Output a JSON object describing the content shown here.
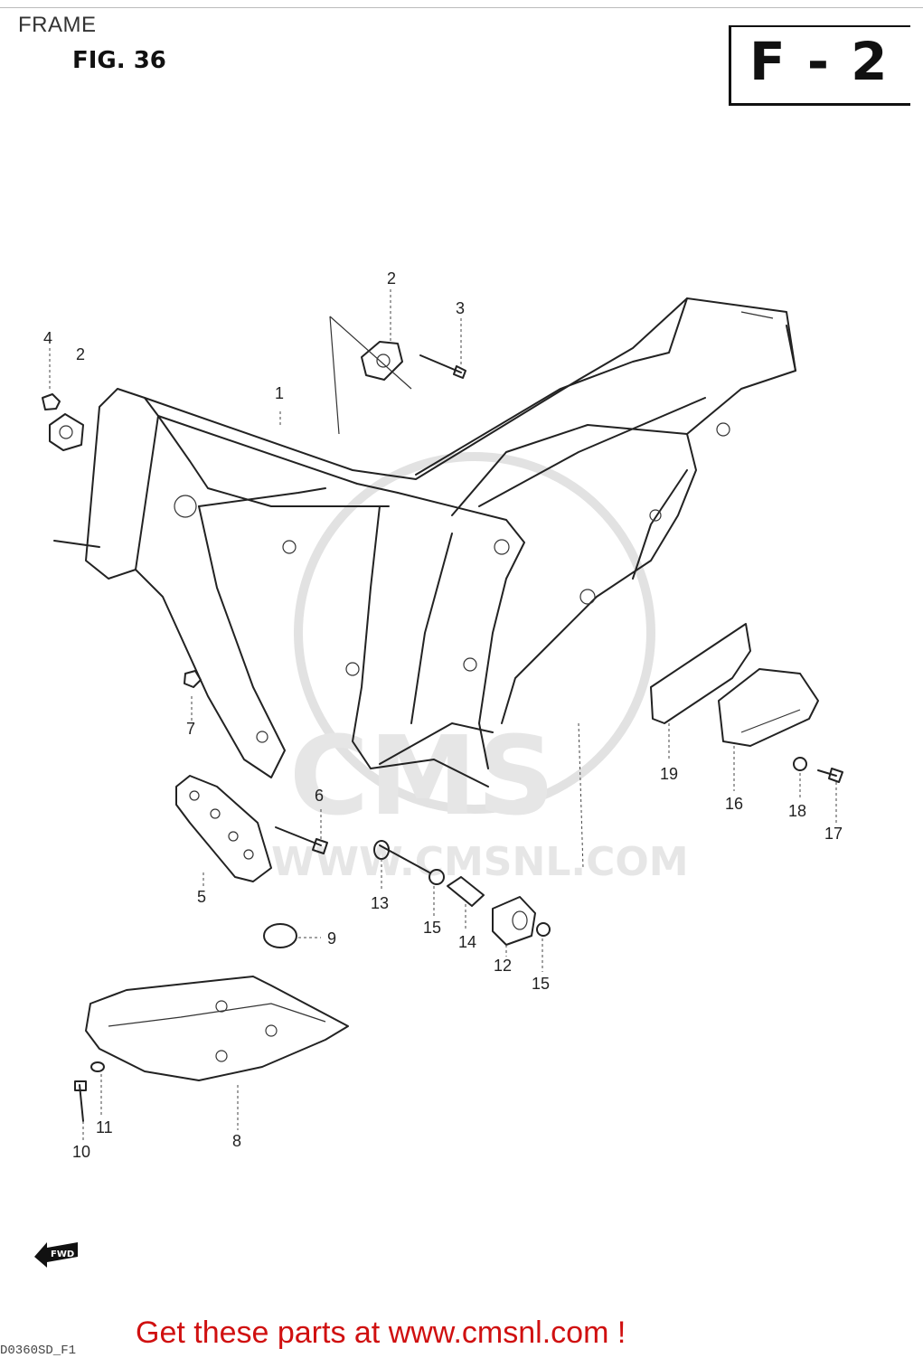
{
  "header": {
    "section_title": "FRAME",
    "figure_label": "FIG. 36",
    "figure_code": "F - 2"
  },
  "callouts": [
    {
      "id": "c1",
      "text": "1"
    },
    {
      "id": "c2a",
      "text": "2"
    },
    {
      "id": "c2b",
      "text": "2"
    },
    {
      "id": "c3",
      "text": "3"
    },
    {
      "id": "c4",
      "text": "4"
    },
    {
      "id": "c5",
      "text": "5"
    },
    {
      "id": "c6",
      "text": "6"
    },
    {
      "id": "c7",
      "text": "7"
    },
    {
      "id": "c8",
      "text": "8"
    },
    {
      "id": "c9",
      "text": "9"
    },
    {
      "id": "c10",
      "text": "10"
    },
    {
      "id": "c11",
      "text": "11"
    },
    {
      "id": "c12",
      "text": "12"
    },
    {
      "id": "c13",
      "text": "13"
    },
    {
      "id": "c14",
      "text": "14"
    },
    {
      "id": "c15a",
      "text": "15"
    },
    {
      "id": "c15b",
      "text": "15"
    },
    {
      "id": "c16",
      "text": "16"
    },
    {
      "id": "c17",
      "text": "17"
    },
    {
      "id": "c18",
      "text": "18"
    },
    {
      "id": "c19",
      "text": "19"
    }
  ],
  "forward_marker": "FWD",
  "watermark": {
    "brand": "CMS",
    "url": "WWW.CMSNL.COM"
  },
  "footer": {
    "link_text": "Get these parts at www.cmsnl.com !",
    "diagram_code": "D0360SD_F1"
  },
  "colors": {
    "footer_link": "#d01010",
    "watermark": "#e4e4e4",
    "linework": "#222222"
  }
}
